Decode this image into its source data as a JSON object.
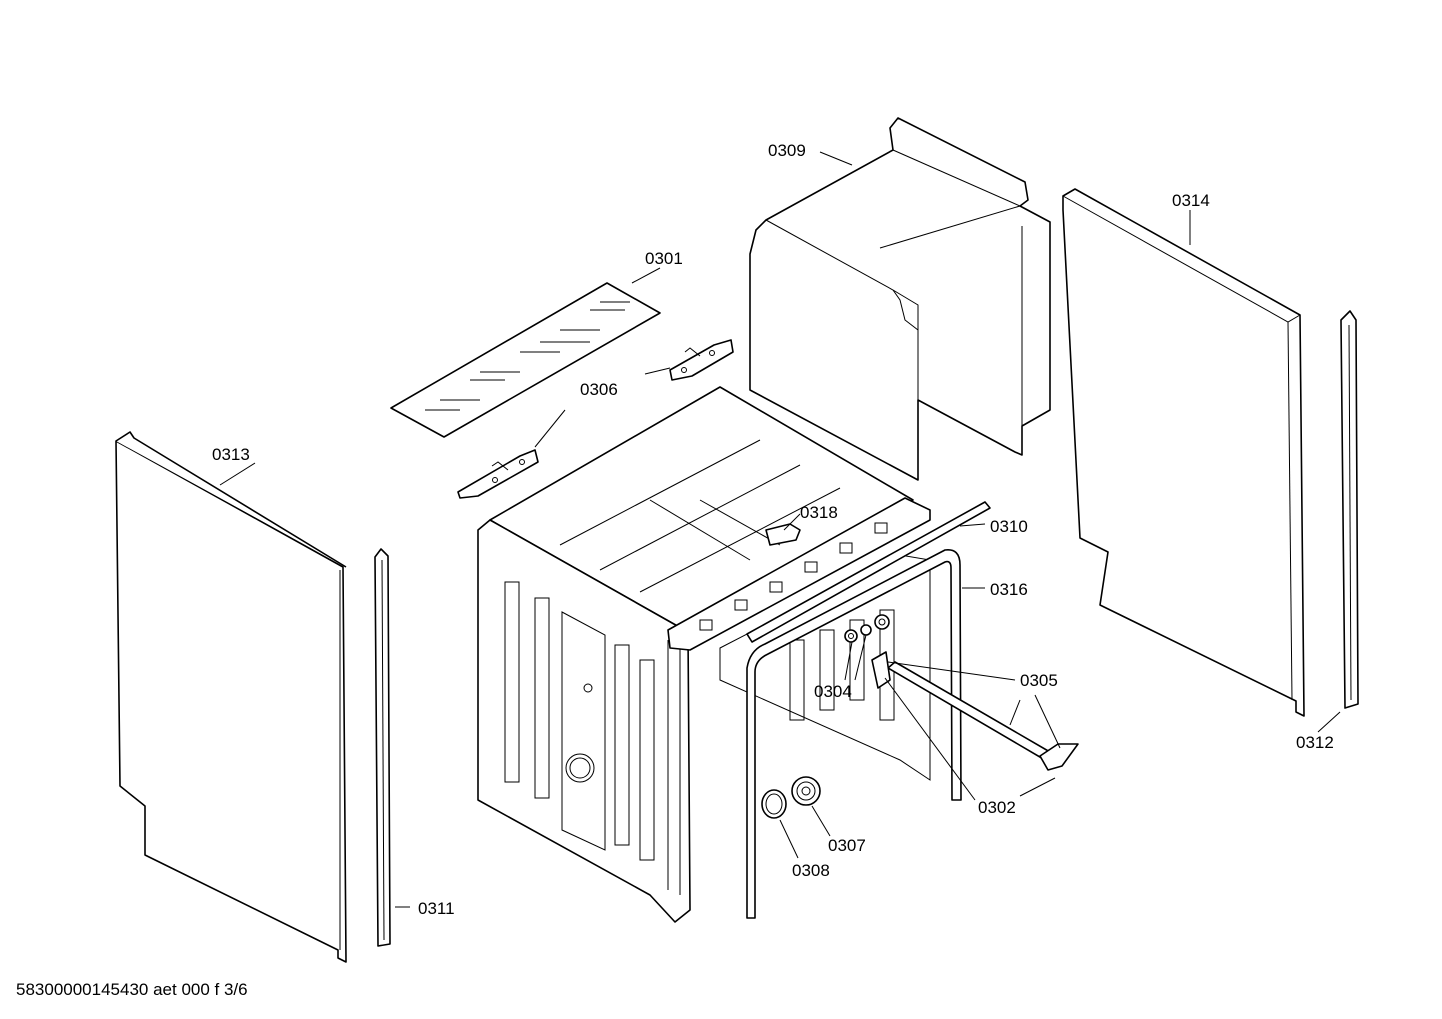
{
  "drawing": {
    "footer_code": "58300000145430 aet 000 f 3/6"
  },
  "callouts": {
    "c0301": "0301",
    "c0302": "0302",
    "c0304": "0304",
    "c0305": "0305",
    "c0306": "0306",
    "c0307": "0307",
    "c0308": "0308",
    "c0309": "0309",
    "c0310": "0310",
    "c0311": "0311",
    "c0312": "0312",
    "c0313": "0313",
    "c0314": "0314",
    "c0316": "0316",
    "c0318": "0318"
  }
}
